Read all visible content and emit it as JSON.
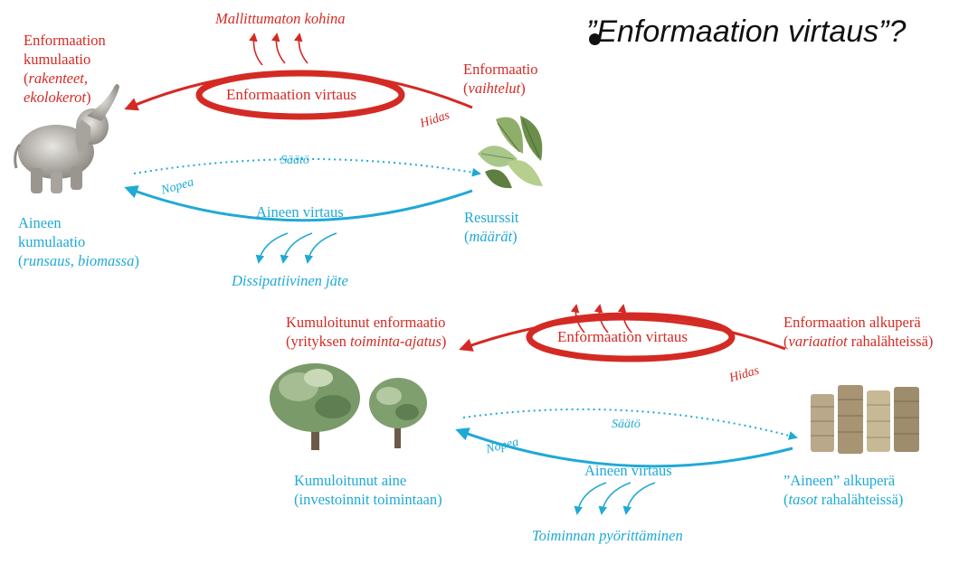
{
  "slide": {
    "title": "”Enformaation virtaus”?"
  },
  "top_diagram": {
    "noise_label": "Mallittumaton kohina",
    "info_cumulation": {
      "line1": "Enformaation",
      "line2": "kumulaatio",
      "line3_open": "(",
      "line3_italic": "rakenteet,",
      "line4_italic": "ekolokerot",
      "line4_close": ")"
    },
    "information": {
      "line1": "Enformaatio",
      "line2_open": "(",
      "line2_italic": "vaihtelut",
      "line2_close": ")"
    },
    "info_flow": "Enformaation virtaus",
    "slow": "Hidas",
    "control": "Säätö",
    "fast": "Nopea",
    "matter_flow": "Aineen virtaus",
    "matter_cumulation": {
      "line1": "Aineen",
      "line2": "kumulaatio",
      "line3_open": "(",
      "line3_italic": "runsaus",
      "line3_mid": ", ",
      "line3_italic2": "biomassa",
      "line3_close": ")"
    },
    "resources": {
      "line1": "Resurssit",
      "line2_open": "(",
      "line2_italic": "määrät",
      "line2_close": ")"
    },
    "waste": "Dissipatiivinen jäte"
  },
  "bottom_diagram": {
    "info_cumulated": {
      "line1": "Kumuloitunut enformaatio",
      "line2_open": "(yrityksen ",
      "line2_italic": "toiminta-ajatus",
      "line2_close": ")"
    },
    "info_origin": {
      "line1": "Enformaation alkuperä",
      "line2_open": "(",
      "line2_italic": "variaatiot",
      "line2_close": " rahalähteissä)"
    },
    "info_flow": "Enformaation virtaus",
    "slow": "Hidas",
    "control": "Säätö",
    "fast": "Nopea",
    "matter_flow": "Aineen virtaus",
    "matter_cumulated": {
      "line1": "Kumuloitunut aine",
      "line2": "(investoinnit toimintaan)"
    },
    "matter_origin": {
      "line1": "”Aineen” alkuperä",
      "line2_open": "(",
      "line2_italic": "tasot",
      "line2_close": " rahalähteissä)"
    },
    "running": "Toiminnan pyörittäminen"
  },
  "colors": {
    "red": "#d42a24",
    "blue": "#1fa9d6"
  },
  "icons": [
    "elephant-image",
    "fern-leaves-image",
    "money-tree-image",
    "coin-stacks-image"
  ]
}
